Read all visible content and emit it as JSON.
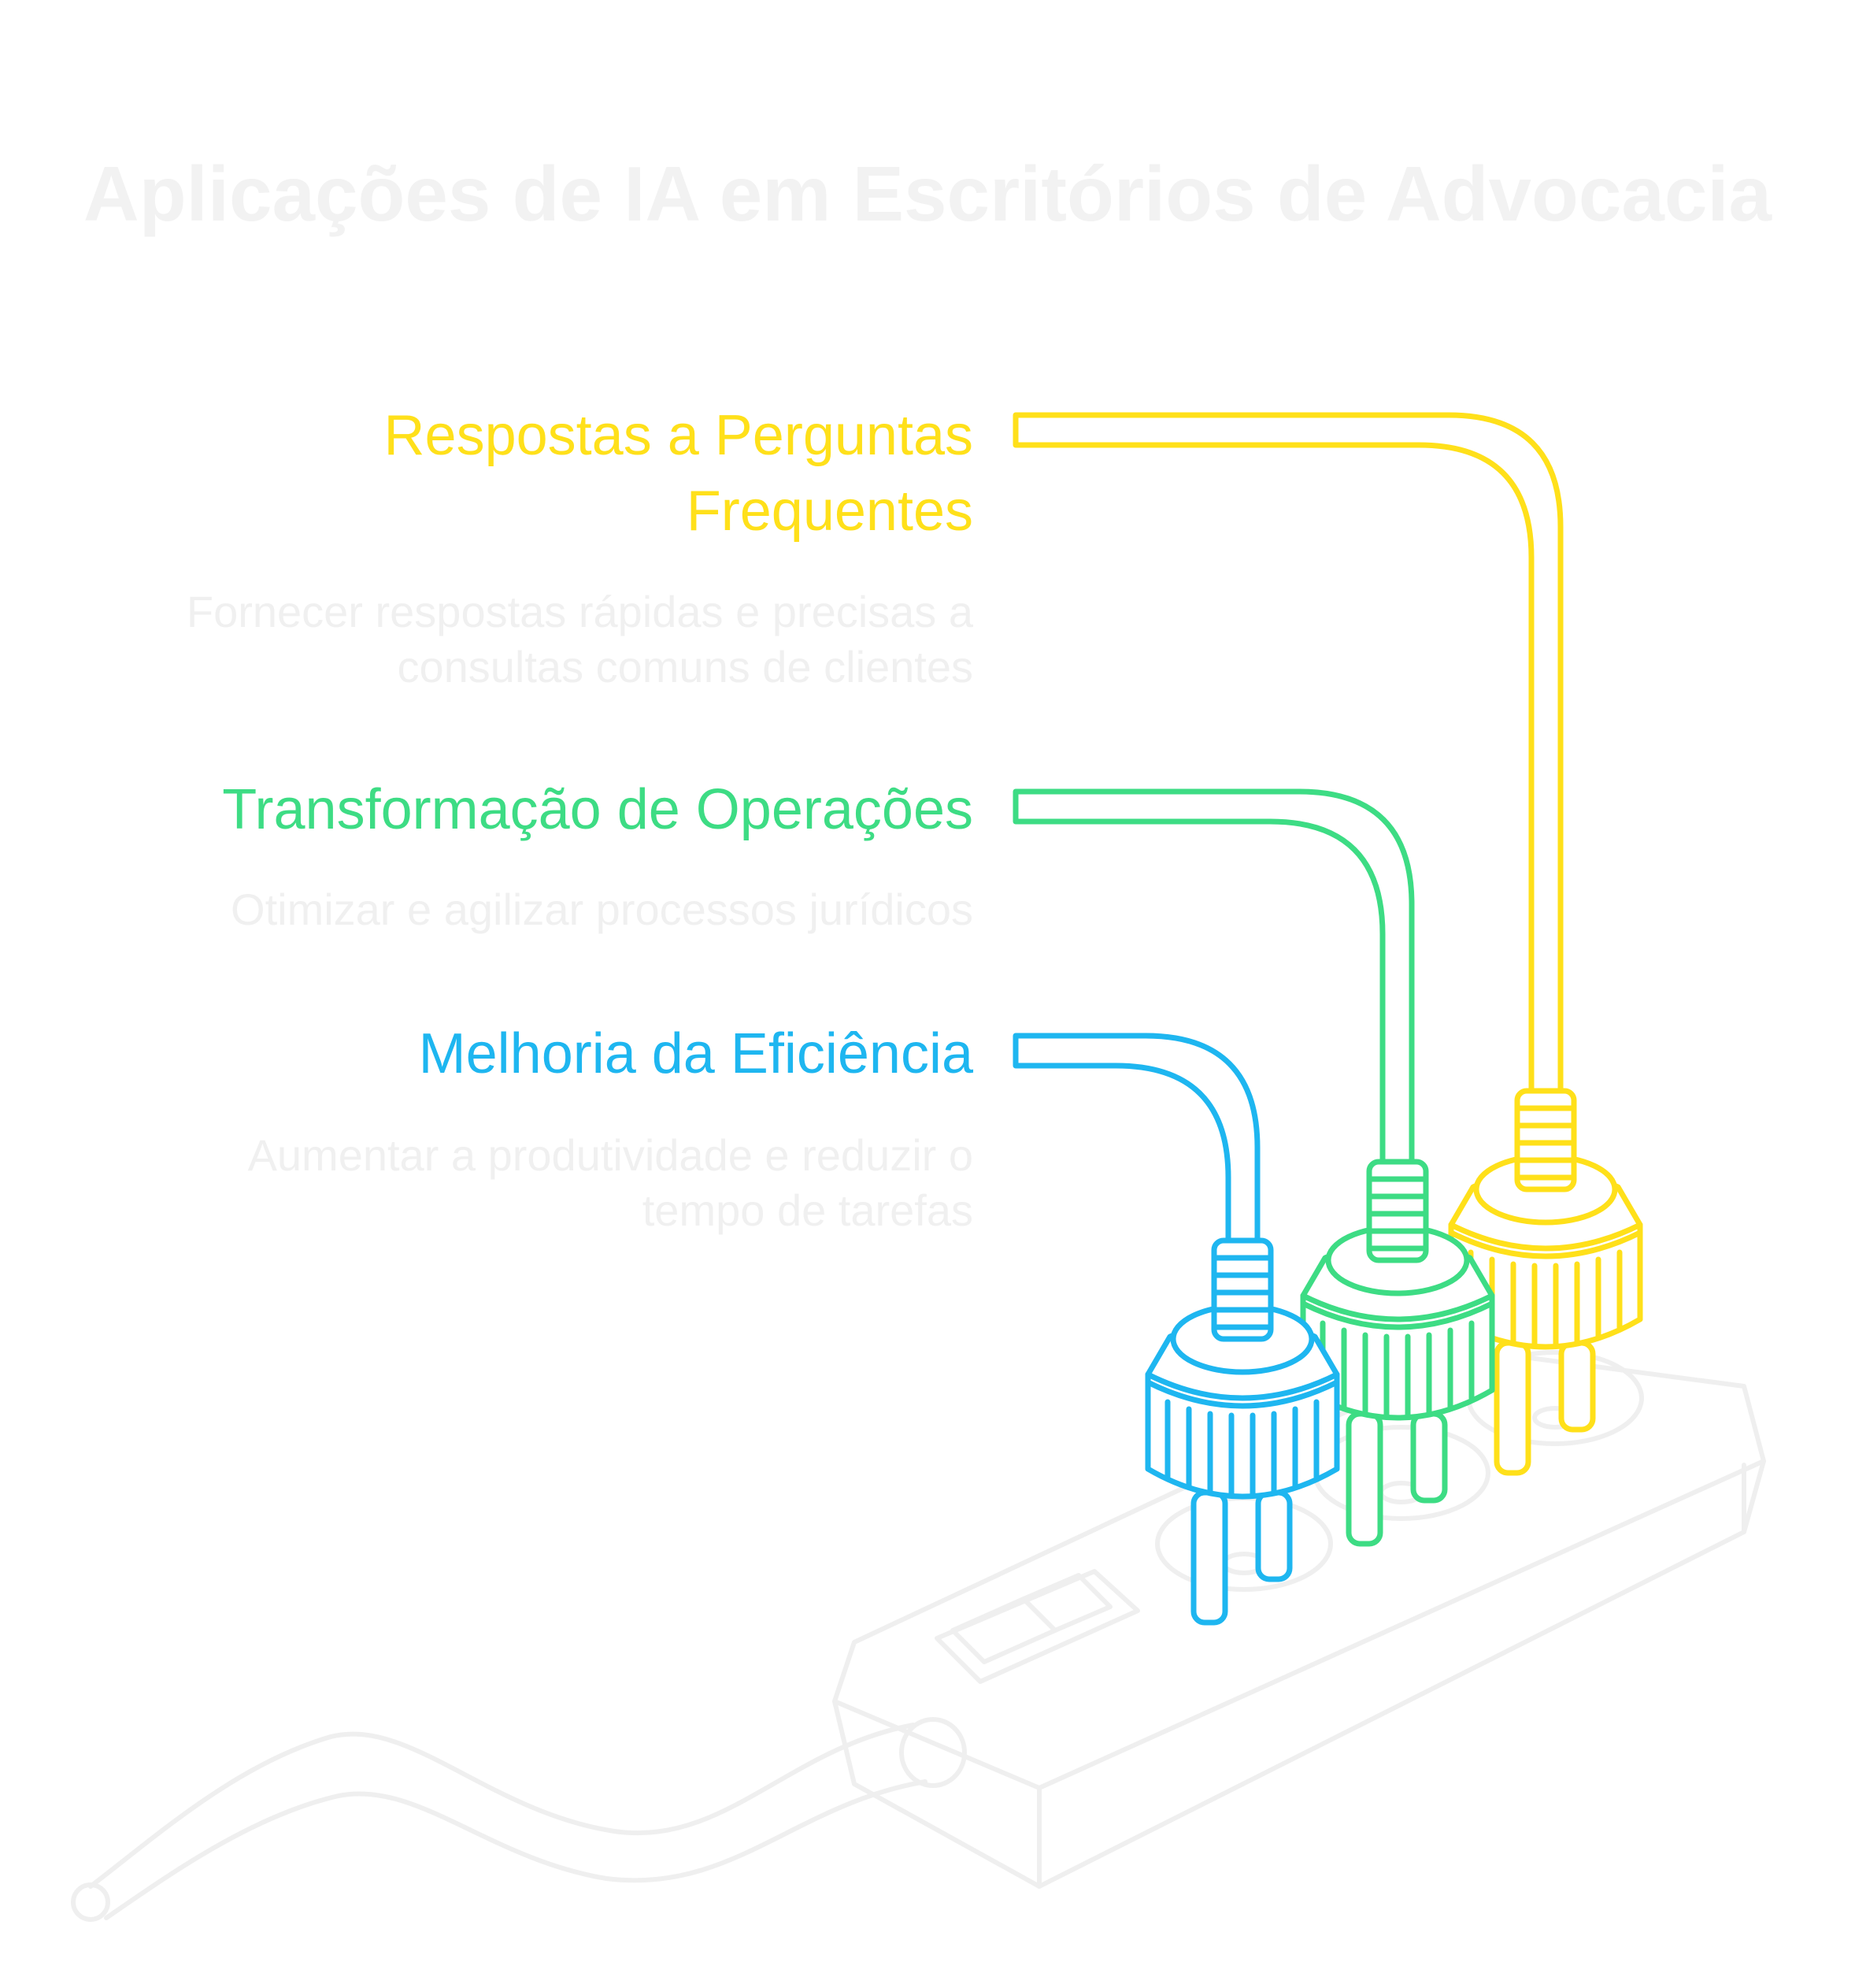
{
  "title": "Aplicações de IA em Escritórios de Advocacia",
  "items": [
    {
      "label_lines": [
        "Respostas a Perguntas",
        "Frequentes"
      ],
      "description_lines": [
        "Fornecer respostas rápidas e precisas a",
        "consultas comuns de clientes"
      ],
      "color": "#FFE01A"
    },
    {
      "label_lines": [
        "Transformação de Operações"
      ],
      "description_lines": [
        "Otimizar e agilizar processos jurídicos"
      ],
      "color": "#3DDC84"
    },
    {
      "label_lines": [
        "Melhoria da Eficiência"
      ],
      "description_lines": [
        "Aumentar a produtividade e reduzir o",
        "tempo de tarefas"
      ],
      "color": "#1EB6F0"
    }
  ],
  "icons": {
    "power_strip": "power-strip-icon",
    "plug": "power-plug-icon"
  }
}
